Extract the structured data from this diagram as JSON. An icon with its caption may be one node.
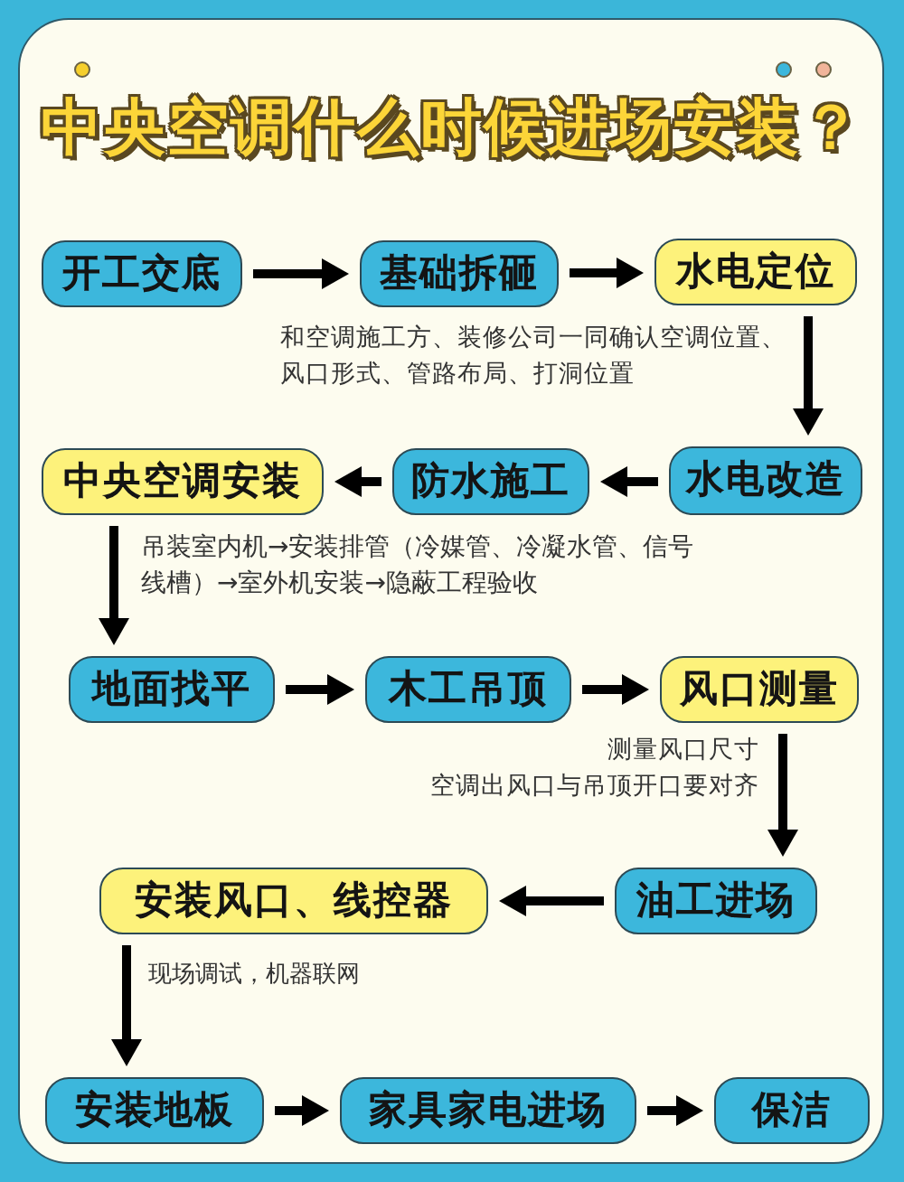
{
  "diagram": {
    "title": "中央空调什么时候进场安装？",
    "nodes": [
      {
        "text": [
          "开工交底"
        ]
      },
      {
        "text": [
          "基础拆砸"
        ]
      },
      {
        "text": [
          "水电定位"
        ]
      },
      {
        "text": [
          "中央空调安装"
        ]
      },
      {
        "text": [
          "防水施工"
        ]
      },
      {
        "text": [
          "水电改造"
        ]
      },
      {
        "text": [
          "地面找平"
        ]
      },
      {
        "text": [
          "木工吊顶"
        ]
      },
      {
        "text": [
          "风口测量"
        ]
      },
      {
        "text": [
          "安装风口、线控器"
        ]
      },
      {
        "text": [
          "油工进场"
        ]
      },
      {
        "text": [
          "安装地板"
        ]
      },
      {
        "text": [
          "家具家电进场"
        ]
      },
      {
        "text": [
          "保洁"
        ]
      }
    ],
    "edges": [
      {
        "from": 0,
        "to": 1,
        "arrow": "to"
      },
      {
        "from": 1,
        "to": 2,
        "arrow": "to"
      },
      {
        "from": 2,
        "to": 5,
        "arrow": "to",
        "label": "和空调施工方、装修公司一同确认空调位置、风口形式、管路布局、打洞位置"
      },
      {
        "from": 5,
        "to": 4,
        "arrow": "to"
      },
      {
        "from": 4,
        "to": 3,
        "arrow": "to"
      },
      {
        "from": 3,
        "to": 6,
        "arrow": "to",
        "label": "吊装室内机→安装排管（冷媒管、冷凝水管、信号线槽）→室外机安装→隐蔽工程验收"
      },
      {
        "from": 6,
        "to": 7,
        "arrow": "to"
      },
      {
        "from": 7,
        "to": 8,
        "arrow": "to"
      },
      {
        "from": 8,
        "to": 10,
        "arrow": "to",
        "label": "测量风口尺寸空调出风口与吊顶开口要对齐"
      },
      {
        "from": 10,
        "to": 9,
        "arrow": "to"
      },
      {
        "from": 9,
        "to": 11,
        "arrow": "to",
        "label": "现场调试，机器联网"
      },
      {
        "from": 11,
        "to": 12,
        "arrow": "to"
      },
      {
        "from": 12,
        "to": 13,
        "arrow": "to"
      }
    ]
  }
}
